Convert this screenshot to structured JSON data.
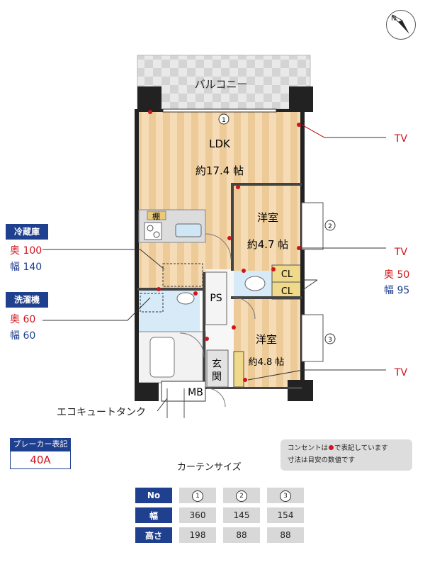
{
  "rooms": {
    "balcony": "バルコニー",
    "ldk_name": "LDK",
    "ldk_size": "約17.4 帖",
    "western1_name": "洋室",
    "western1_size": "約4.7 帖",
    "western2_name": "洋室",
    "western2_size": "約4.8 帖",
    "ps": "PS",
    "cl1": "CL",
    "cl2": "CL",
    "entrance": "玄\n関",
    "mb": "MB",
    "shelf": "棚",
    "ecocute": "エコキュートタンク"
  },
  "tv_labels": [
    "TV",
    "TV",
    "TV"
  ],
  "window_markers": [
    "1",
    "2",
    "3"
  ],
  "compass_label": "N",
  "fridge": {
    "title": "冷蔵庫",
    "depth_label": "奥",
    "depth": "100",
    "width_label": "幅",
    "width": "140"
  },
  "washer": {
    "title": "洗濯機",
    "depth_label": "奥",
    "depth": "60",
    "width_label": "幅",
    "width": "60"
  },
  "closet": {
    "depth_label": "奥",
    "depth": "50",
    "width_label": "幅",
    "width": "95"
  },
  "breaker": {
    "title": "ブレーカー表記",
    "value": "40A"
  },
  "notice": {
    "line1_pre": "コンセントは",
    "line1_post": "で表記しています",
    "line2": "寸法は目安の数値です"
  },
  "curtain": {
    "title": "カーテンサイズ",
    "header": [
      "No",
      "1",
      "2",
      "3"
    ],
    "rows": [
      {
        "label": "幅",
        "values": [
          "360",
          "145",
          "154"
        ]
      },
      {
        "label": "高さ",
        "values": [
          "198",
          "88",
          "88"
        ]
      }
    ]
  },
  "colors": {
    "navy": "#1f3f8f",
    "red": "#d0141b",
    "floor": "#f3d5aa",
    "wall": "#222222"
  }
}
